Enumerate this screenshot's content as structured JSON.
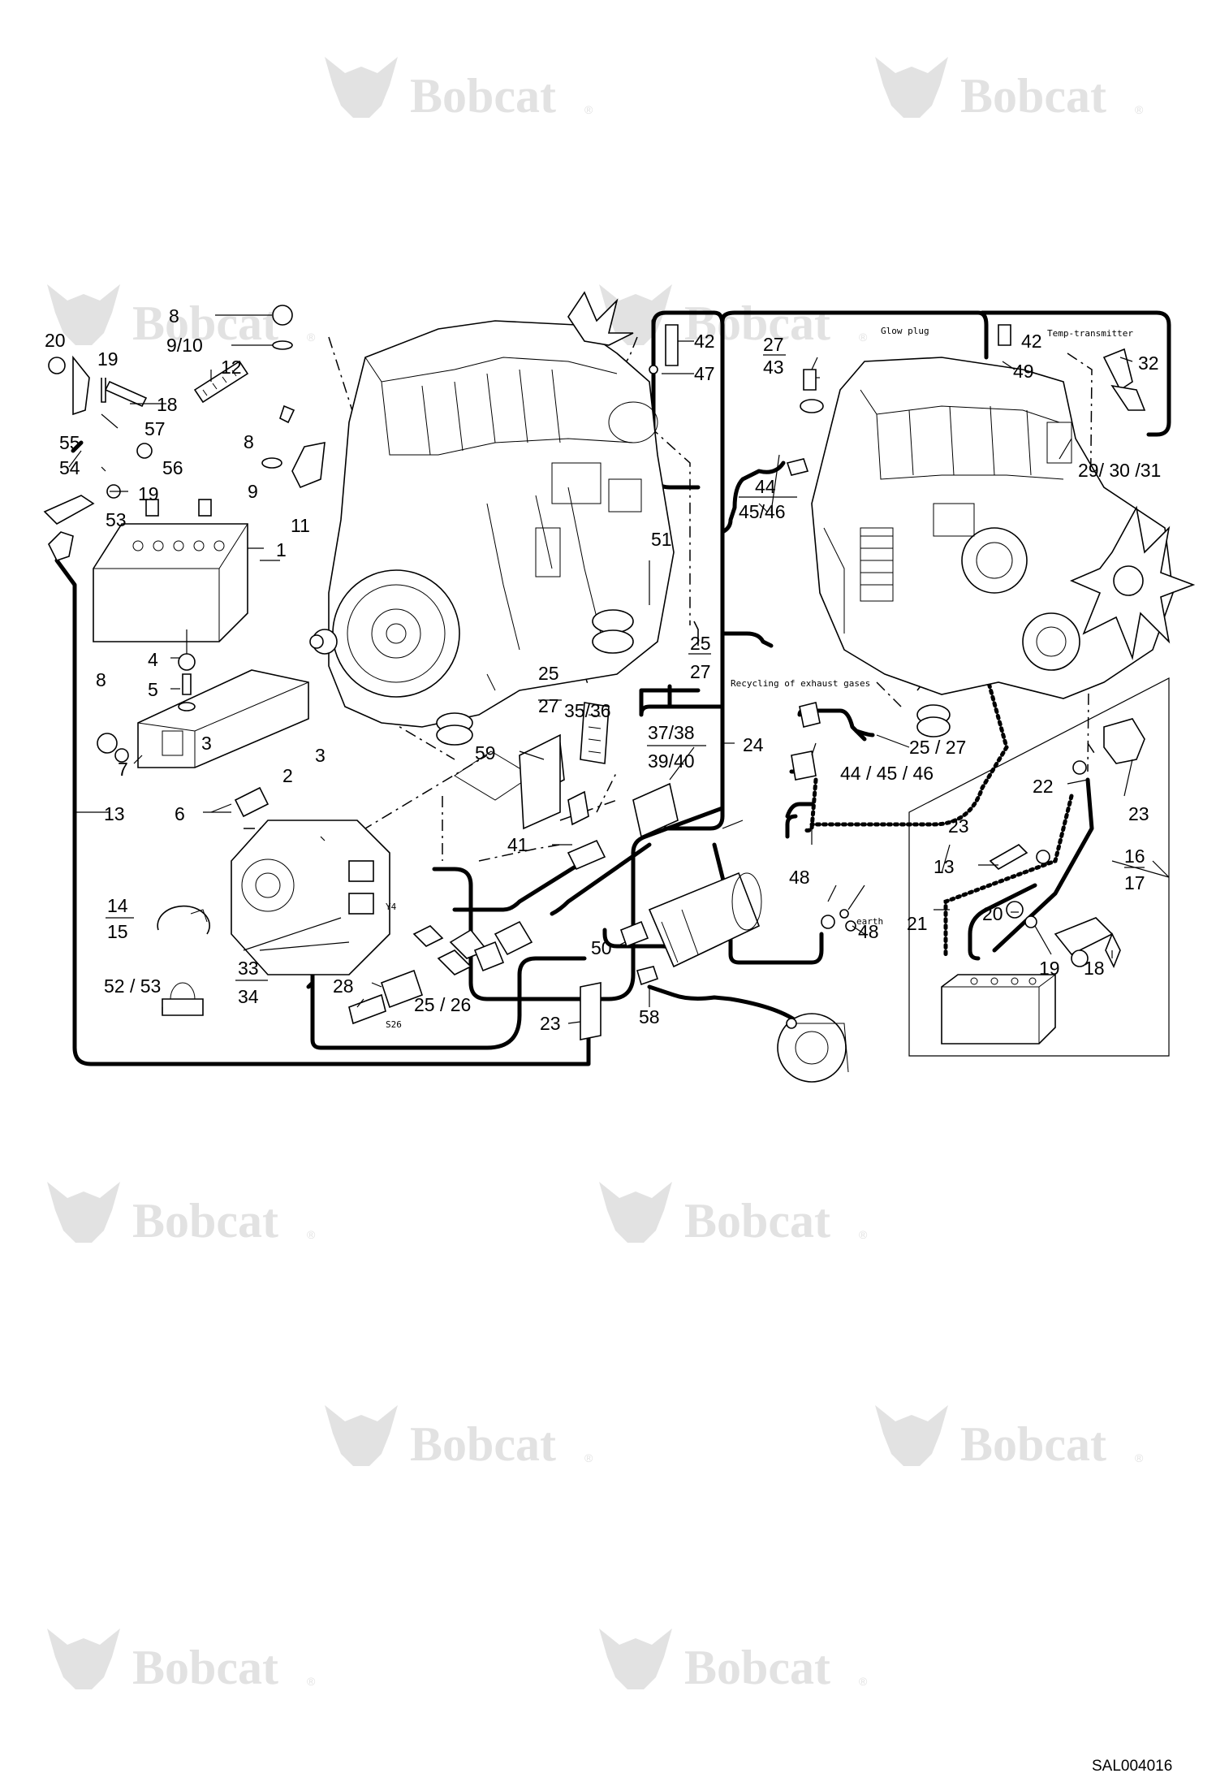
{
  "watermark": {
    "brand": "Bobcat",
    "mark": "®"
  },
  "figure_ref": "SAL004016",
  "notes": {
    "glow_plug": "Glow plug",
    "temp_transmitter": "Temp-transmitter",
    "recycling": "Recycling of exhaust gases",
    "earth": "earth",
    "s26": "S26",
    "y4": "Y4"
  },
  "callouts": [
    {
      "id": "c1",
      "text": "8"
    },
    {
      "id": "c2",
      "text": "9/10"
    },
    {
      "id": "c3",
      "text": "20"
    },
    {
      "id": "c4",
      "text": "19"
    },
    {
      "id": "c5",
      "text": "12"
    },
    {
      "id": "c6",
      "text": "18"
    },
    {
      "id": "c7",
      "text": "55"
    },
    {
      "id": "c8",
      "text": "57"
    },
    {
      "id": "c9",
      "text": "54"
    },
    {
      "id": "c10",
      "text": "56"
    },
    {
      "id": "c11",
      "text": "8"
    },
    {
      "id": "c12",
      "text": "9"
    },
    {
      "id": "c13",
      "text": "11"
    },
    {
      "id": "c14",
      "text": "19"
    },
    {
      "id": "c15",
      "text": "53"
    },
    {
      "id": "c16",
      "text": "1"
    },
    {
      "id": "c17",
      "text": "4"
    },
    {
      "id": "c18",
      "text": "5"
    },
    {
      "id": "c19",
      "text": "8"
    },
    {
      "id": "c20",
      "text": "3"
    },
    {
      "id": "c21",
      "text": "3"
    },
    {
      "id": "c22",
      "text": "7"
    },
    {
      "id": "c23",
      "text": "2"
    },
    {
      "id": "c24",
      "text": "13"
    },
    {
      "id": "c25",
      "text": "6"
    },
    {
      "id": "c26",
      "text": "14"
    },
    {
      "id": "c27",
      "text": "15"
    },
    {
      "id": "c28",
      "text": "52 / 53"
    },
    {
      "id": "c29",
      "text": "33"
    },
    {
      "id": "c30",
      "text": "34"
    },
    {
      "id": "c31",
      "text": "28"
    },
    {
      "id": "c32",
      "text": "25 / 26"
    },
    {
      "id": "c33",
      "text": "23"
    },
    {
      "id": "c34",
      "text": "58"
    },
    {
      "id": "c35",
      "text": "50"
    },
    {
      "id": "c36",
      "text": "42"
    },
    {
      "id": "c37",
      "text": "47"
    },
    {
      "id": "c38",
      "text": "51"
    },
    {
      "id": "c39",
      "text": "25"
    },
    {
      "id": "c40",
      "text": "27"
    },
    {
      "id": "c41",
      "text": "25"
    },
    {
      "id": "c42",
      "text": "27"
    },
    {
      "id": "c43",
      "text": "35/36"
    },
    {
      "id": "c44",
      "text": "59"
    },
    {
      "id": "c45",
      "text": "37/38"
    },
    {
      "id": "c46",
      "text": "39/40"
    },
    {
      "id": "c47",
      "text": "24"
    },
    {
      "id": "c48",
      "text": "41"
    },
    {
      "id": "c49",
      "text": "27"
    },
    {
      "id": "c50",
      "text": "43"
    },
    {
      "id": "c51",
      "text": "42"
    },
    {
      "id": "c52",
      "text": "49"
    },
    {
      "id": "c53",
      "text": "32"
    },
    {
      "id": "c54",
      "text": "44"
    },
    {
      "id": "c55",
      "text": "45/46"
    },
    {
      "id": "c56",
      "text": "29/ 30 /31"
    },
    {
      "id": "c57",
      "text": "25 / 27"
    },
    {
      "id": "c58",
      "text": "44 / 45 / 46"
    },
    {
      "id": "c59",
      "text": "48"
    },
    {
      "id": "c60",
      "text": "48"
    },
    {
      "id": "c61",
      "text": "22"
    },
    {
      "id": "c62",
      "text": "23"
    },
    {
      "id": "c63",
      "text": "23"
    },
    {
      "id": "c64",
      "text": "13"
    },
    {
      "id": "c65",
      "text": "16"
    },
    {
      "id": "c66",
      "text": "17"
    },
    {
      "id": "c67",
      "text": "21"
    },
    {
      "id": "c68",
      "text": "20"
    },
    {
      "id": "c69",
      "text": "19"
    },
    {
      "id": "c70",
      "text": "18"
    }
  ]
}
